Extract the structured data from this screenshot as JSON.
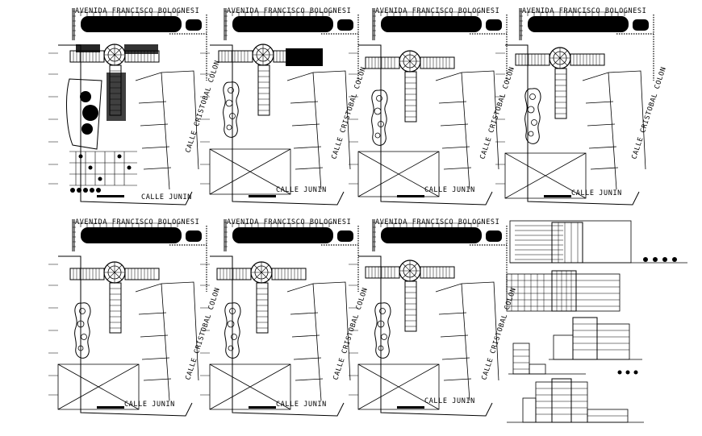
{
  "streets": {
    "avenue": "AVENIDA FRANCISCO BOLOGNESI",
    "side": "CALLE CRISTOBAL COLON",
    "bottom": "CALLE JUNIN"
  },
  "plans": [
    {
      "variant": "site"
    },
    {
      "variant": "level"
    },
    {
      "variant": "level"
    },
    {
      "variant": "level"
    },
    {
      "variant": "level"
    },
    {
      "variant": "level"
    },
    {
      "variant": "level"
    }
  ],
  "elevations": [
    {
      "type": "elevation-front"
    },
    {
      "type": "elevation-side"
    },
    {
      "type": "section-a"
    },
    {
      "type": "section-b"
    }
  ],
  "colors": {
    "ink": "#000000",
    "paper": "#ffffff"
  }
}
